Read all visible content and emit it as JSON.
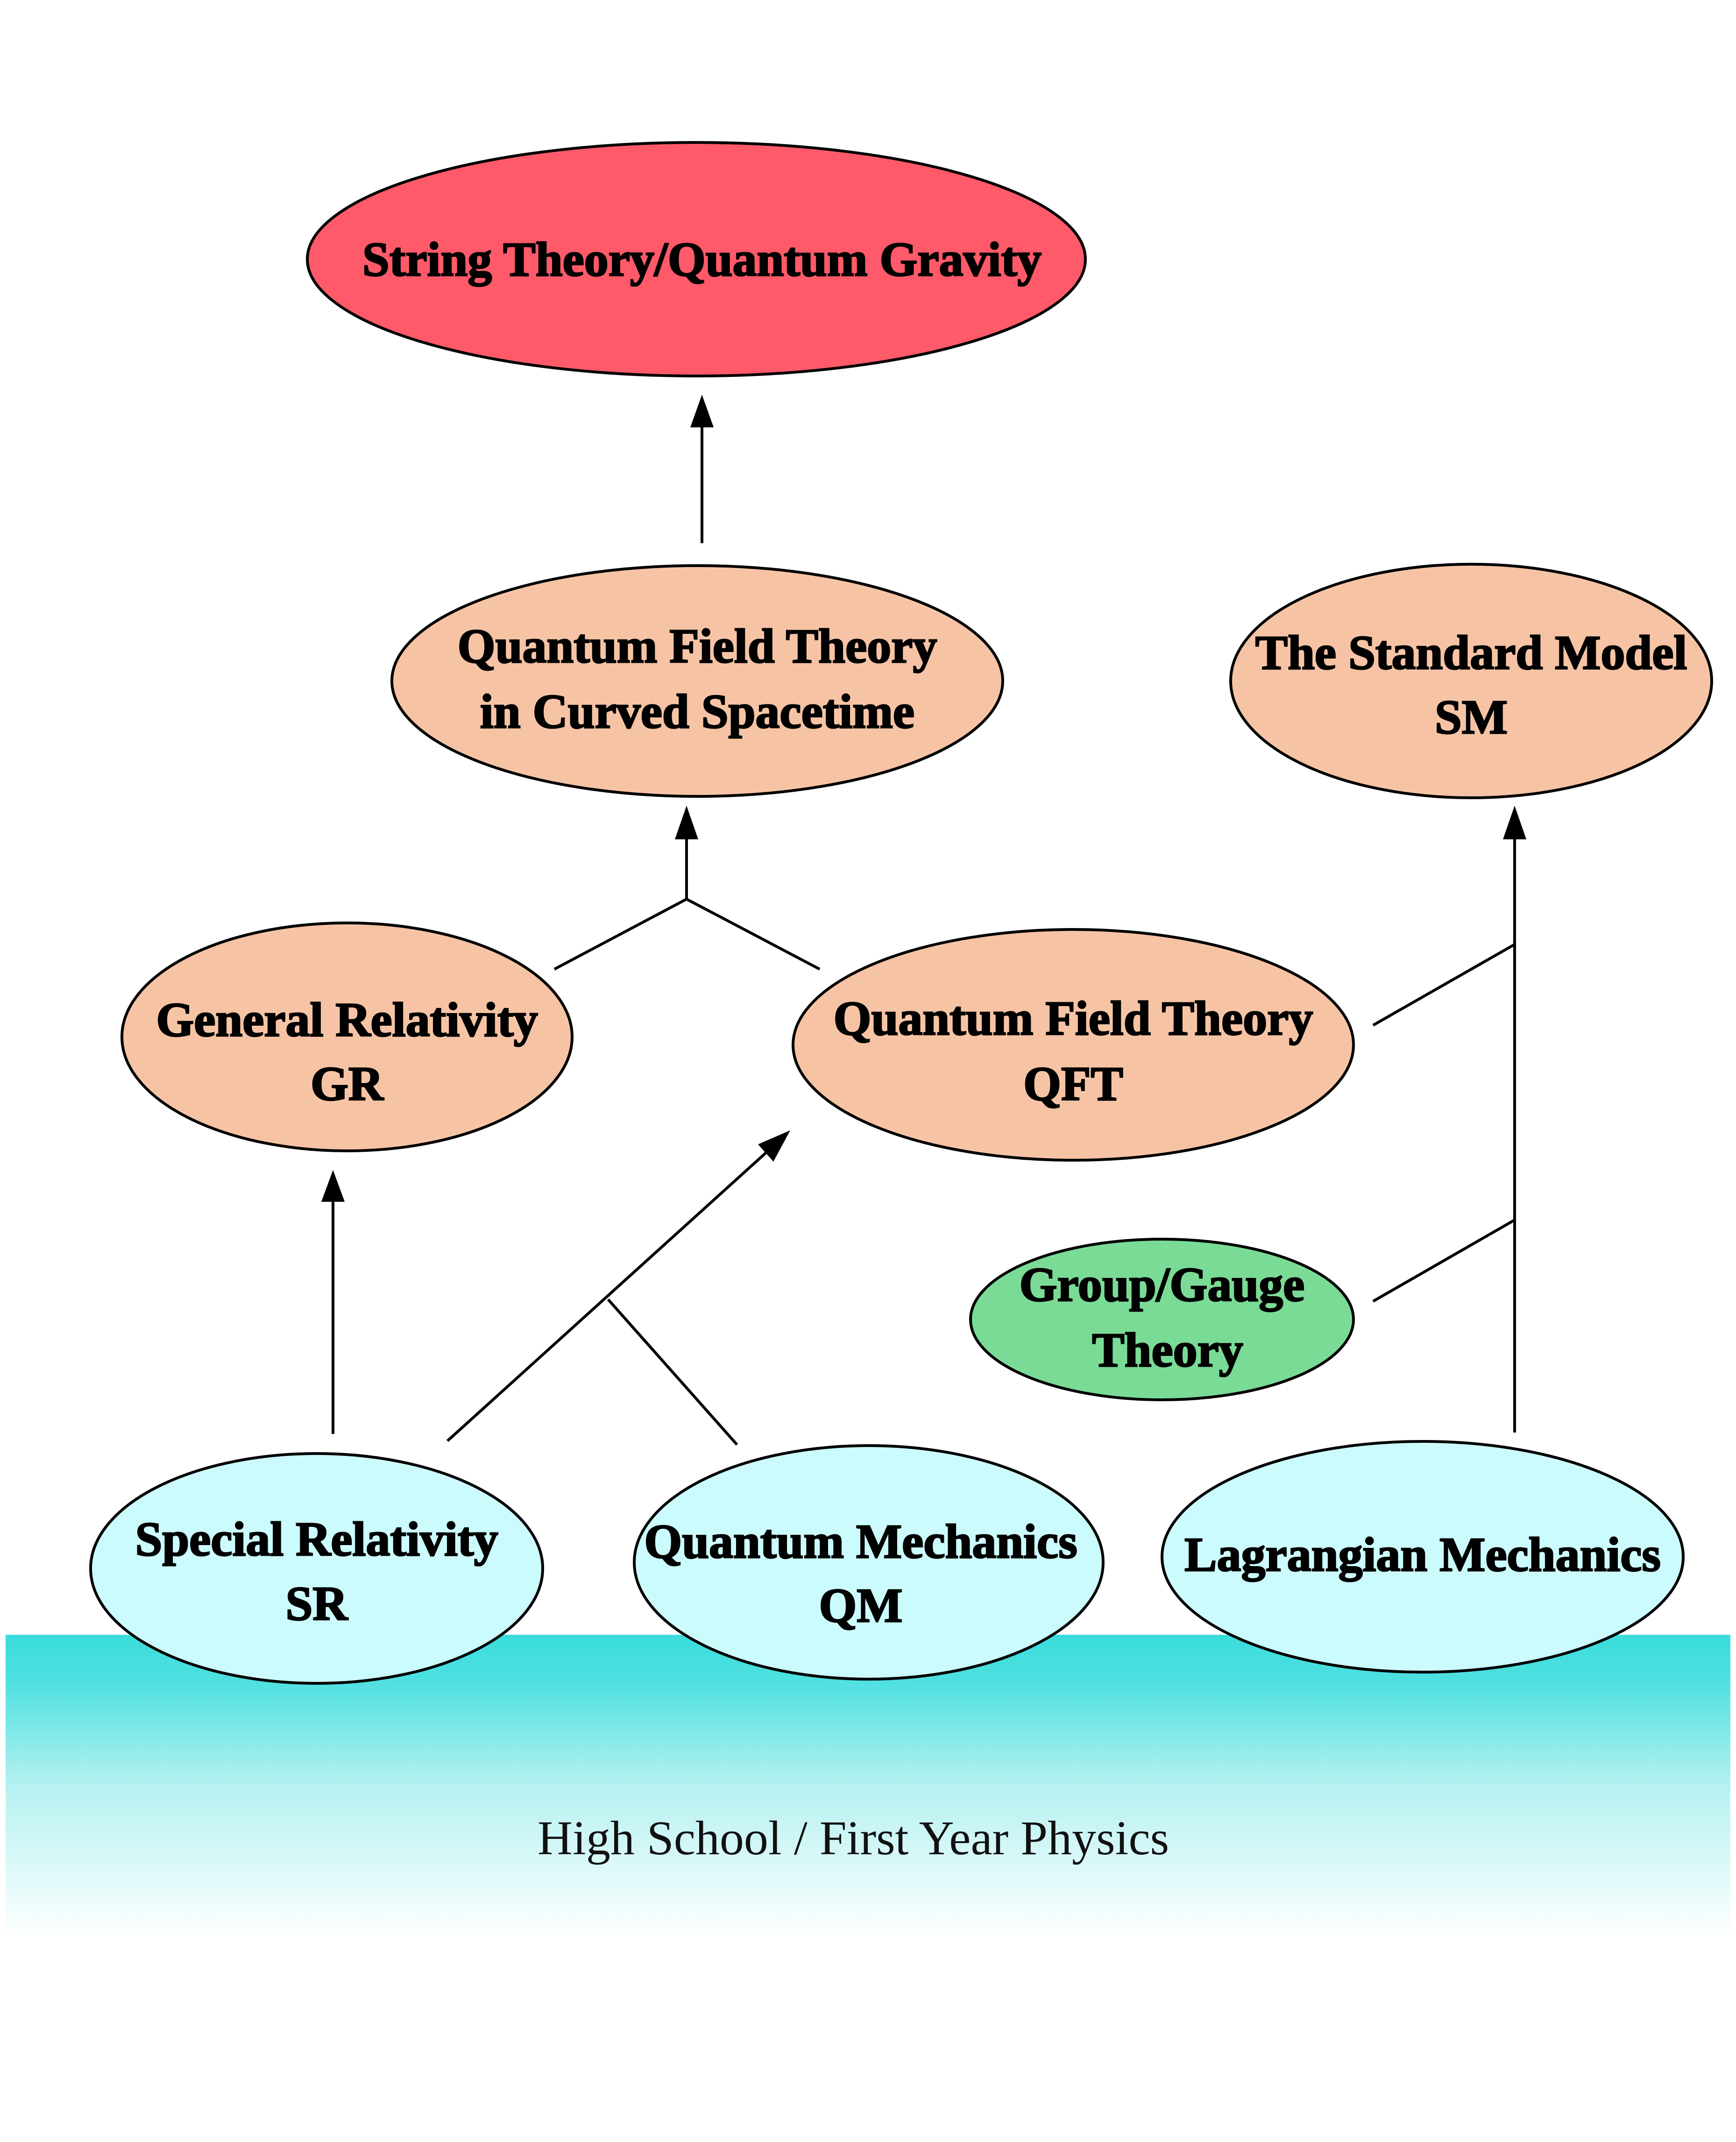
{
  "colors": {
    "goal": "#ff5a69",
    "advanced": "#f6c4a5",
    "math": "#7adb96",
    "foundation": "#ccfbfe",
    "ground": "#3adcdc"
  },
  "nodes": {
    "string_theory": {
      "line1": "String Theory/Quantum Gravity"
    },
    "qft_curved": {
      "line1": "Quantum Field Theory",
      "line2": "in Curved Spacetime"
    },
    "standard_model": {
      "line1": "The Standard Model",
      "line2": "SM"
    },
    "general_relativity": {
      "line1": "General Relativity",
      "line2": "GR"
    },
    "qft": {
      "line1": "Quantum Field Theory",
      "line2": "QFT"
    },
    "group_gauge": {
      "line1": "Group/Gauge",
      "line2": "Theory"
    },
    "special_relativity": {
      "line1": "Special Relativity",
      "line2": "SR"
    },
    "quantum_mechanics": {
      "line1": "Quantum Mechanics",
      "line2": "QM"
    },
    "lagrangian": {
      "line1": "Lagrangian Mechanics"
    }
  },
  "ground": {
    "label": "High School / First Year Physics"
  },
  "edges": [
    {
      "from": [
        "special_relativity"
      ],
      "to": "general_relativity"
    },
    {
      "from": [
        "special_relativity",
        "quantum_mechanics"
      ],
      "to": "qft"
    },
    {
      "from": [
        "general_relativity",
        "qft"
      ],
      "to": "qft_curved"
    },
    {
      "from": [
        "qft_curved"
      ],
      "to": "string_theory"
    },
    {
      "from": [
        "lagrangian",
        "group_gauge",
        "qft"
      ],
      "to": "standard_model"
    }
  ]
}
